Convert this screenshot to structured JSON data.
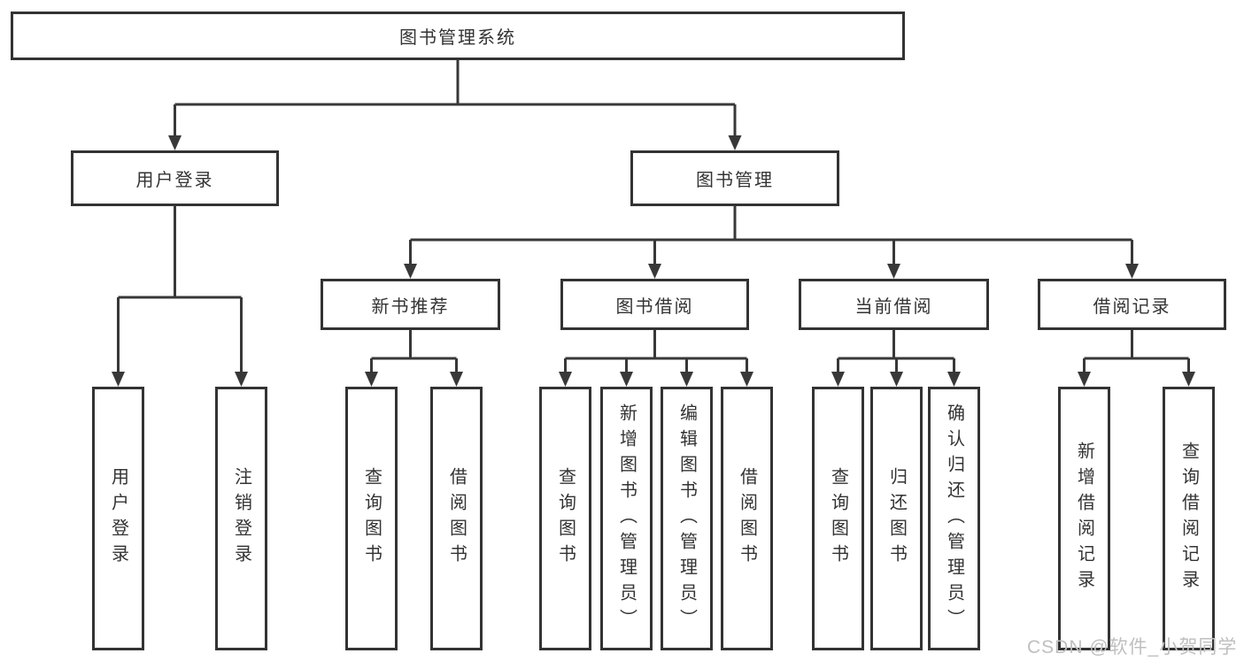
{
  "diagram": {
    "title_node": {
      "label": "图书管理系统"
    },
    "level1": [
      {
        "label": "用户登录"
      },
      {
        "label": "图书管理"
      }
    ],
    "level2": [
      {
        "label": "新书推荐"
      },
      {
        "label": "图书借阅"
      },
      {
        "label": "当前借阅"
      },
      {
        "label": "借阅记录"
      }
    ],
    "leaves": {
      "login": [
        "用户登录",
        "注销登录"
      ],
      "recommend": [
        "查询图书",
        "借阅图书"
      ],
      "borrow": [
        "查询图书",
        "新增图书（管理员）",
        "编辑图书（管理员）",
        "借阅图书"
      ],
      "current": [
        "查询图书",
        "归还图书",
        "确认归还（管理员）"
      ],
      "records": [
        "新增借阅记录",
        "查询借阅记录"
      ]
    }
  },
  "watermark": "CSDN @软件_小贺同学",
  "colors": {
    "background": "#ffffff",
    "line": "#383838",
    "box_border": "#333333",
    "text": "#333333",
    "watermark": "#bfbfbf"
  }
}
